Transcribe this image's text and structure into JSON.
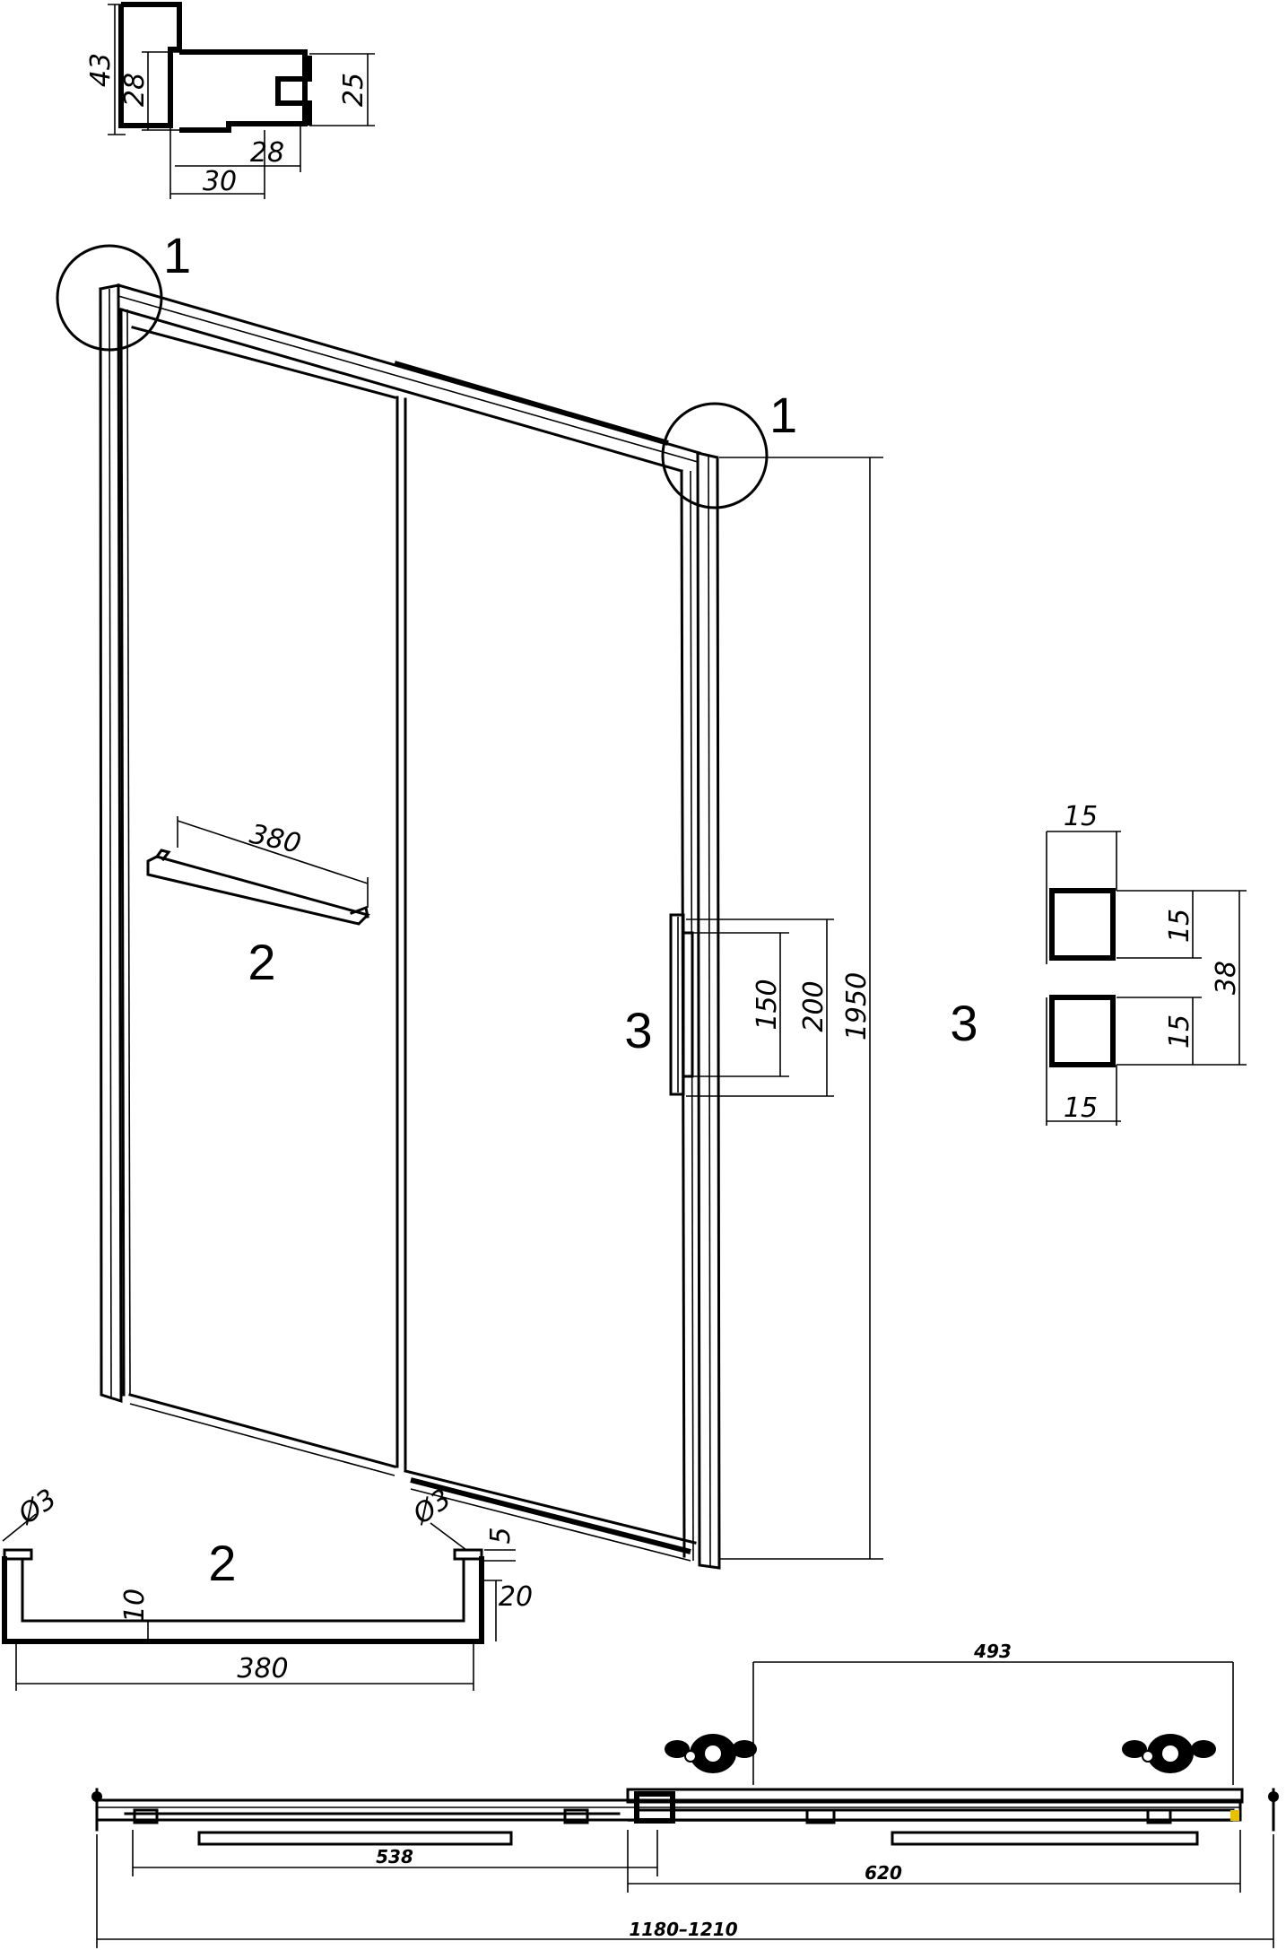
{
  "profile_detail": {
    "d43": "43",
    "d28_v": "28",
    "d25": "25",
    "d28_h": "28",
    "d30": "30"
  },
  "door": {
    "callout_1a": "1",
    "callout_1b": "1",
    "callout_2": "2",
    "callout_3": "3",
    "handle_length": "380",
    "height": "1950",
    "handle_200": "200",
    "handle_150": "150"
  },
  "handle_section": {
    "callout": "3",
    "w_top": "15",
    "w_bottom": "15",
    "h_top": "15",
    "h_bottom": "15",
    "total": "38"
  },
  "handle_detail": {
    "callout": "2",
    "hole_left": "Ø3",
    "hole_right": "Ø3",
    "d5": "5",
    "d20": "20",
    "d10": "10",
    "length": "380"
  },
  "plan": {
    "d493": "493",
    "d538": "538",
    "d620": "620",
    "overall": "1180–1210"
  },
  "colors": {
    "line": "#000000",
    "accent": "#e6c200"
  }
}
